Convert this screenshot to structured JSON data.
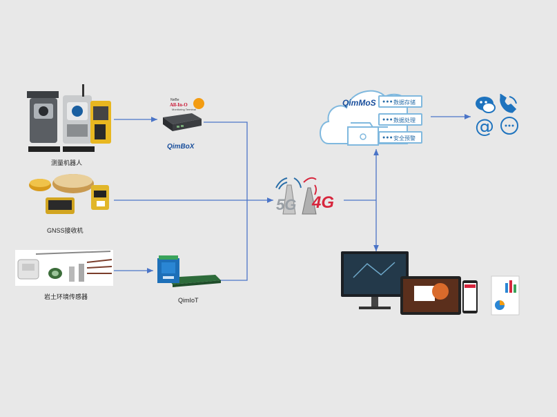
{
  "devices": {
    "total_station": {
      "label": "测量机器人"
    },
    "gnss": {
      "label": "GNSS接收机"
    },
    "geo_sensor": {
      "label": "岩土环境传感器"
    }
  },
  "gateways": {
    "qimbox": {
      "label": "QimBoX",
      "badge_text": "All-In-One",
      "badge_sub": "Monitoring Terminal"
    },
    "qimiot": {
      "label": "QimIoT"
    }
  },
  "network": {
    "g5": "5G",
    "g4": "4G"
  },
  "cloud": {
    "brand": "QimMoS",
    "rows": [
      "数据存储",
      "数据处理",
      "安全预警"
    ]
  },
  "notify_icons": [
    "wechat-icon",
    "phone-icon",
    "email-icon",
    "message-icon"
  ],
  "colors": {
    "link": "#4a74c7",
    "accent_red": "#d7263d",
    "cloud_blue": "#2a8fd6"
  }
}
